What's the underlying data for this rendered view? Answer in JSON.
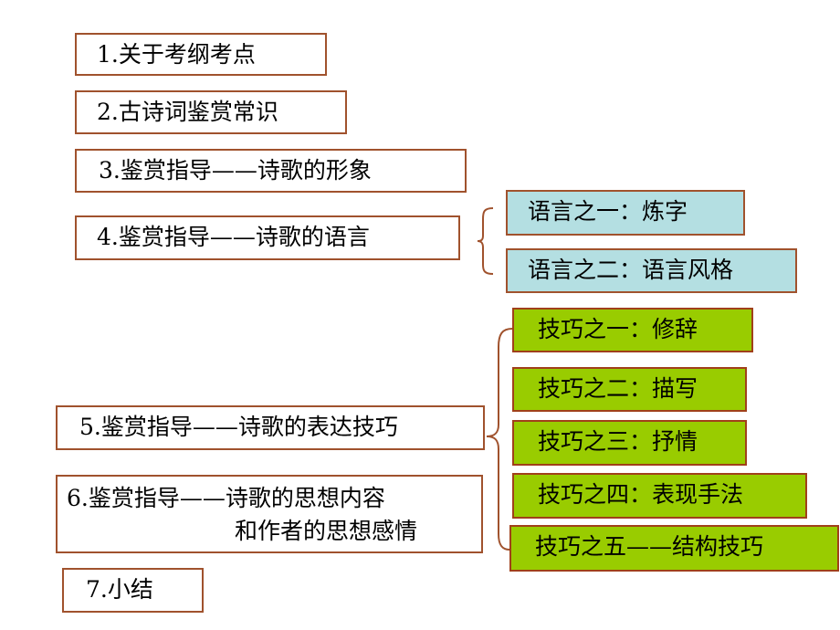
{
  "outline": {
    "items": [
      {
        "label": "1.关于考纲考点"
      },
      {
        "label": "2.古诗词鉴赏常识"
      },
      {
        "label": "3.鉴赏指导——诗歌的形象"
      },
      {
        "label": "4.鉴赏指导——诗歌的语言"
      },
      {
        "label": "5.鉴赏指导——诗歌的表达技巧"
      },
      {
        "label_line1": "6.鉴赏指导——诗歌的思想内容",
        "label_line2": "和作者的思想感情"
      },
      {
        "label": "7.小结"
      }
    ]
  },
  "language_branches": [
    {
      "label": "语言之一：炼字"
    },
    {
      "label": "语言之二：语言风格"
    }
  ],
  "technique_branches": [
    {
      "label": "技巧之一：修辞"
    },
    {
      "label": "技巧之二：描写"
    },
    {
      "label": "技巧之三：抒情"
    },
    {
      "label": "技巧之四：表现手法"
    },
    {
      "label": "技巧之五——结构技巧"
    }
  ],
  "colors": {
    "border": "#a0522d",
    "language_fill": "#b4dfe2",
    "technique_fill": "#99cc00",
    "outline_fill": "#ffffff"
  }
}
